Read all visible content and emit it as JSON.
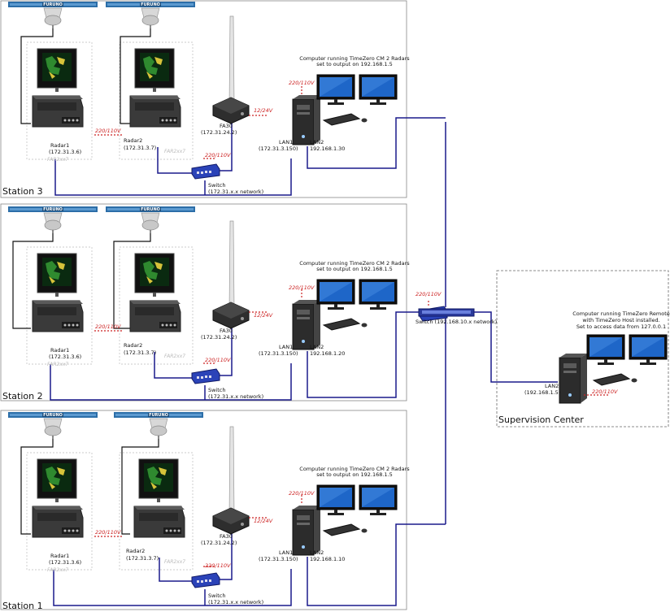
{
  "brand": "FURUNO",
  "stations": [
    {
      "label": "Station 3",
      "radar1": {
        "name": "Radar1",
        "ip": "(172.31.3.6)",
        "model": "FAR2xx7"
      },
      "radar2": {
        "name": "Radar2",
        "ip": "(172.31.3.7)",
        "model": "FAR2xx7"
      },
      "radar_power": "220/110V",
      "fa30": {
        "name": "FA30",
        "ip": "(172.31.24.2)",
        "power": "12/24V"
      },
      "switch": {
        "name": "Switch",
        "network": "(172.31.x.x network)",
        "power": "220/110V"
      },
      "computer": {
        "note_line1": "Computer running TimeZero CM 2 Radars",
        "note_line2": "set to output on 192.168.1.5",
        "power": "220/110V",
        "lan1": "LAN1",
        "lan1_ip": "(172.31.3.150)",
        "lan2": "LAN2",
        "lan2_ip": "192.168.1.30"
      }
    },
    {
      "label": "Station 2",
      "radar1": {
        "name": "Radar1",
        "ip": "(172.31.3.6)",
        "model": "FAR2xx7"
      },
      "radar2": {
        "name": "Radar2",
        "ip": "(172.31.3.7)",
        "model": "FAR2xx7"
      },
      "radar_power": "220/110V",
      "fa30": {
        "name": "FA30",
        "ip": "(172.31.24.2)",
        "power": "12/24V"
      },
      "switch": {
        "name": "Switch",
        "network": "(172.31.x.x network)",
        "power": "220/110V"
      },
      "computer": {
        "note_line1": "Computer running TimeZero CM 2 Radars",
        "note_line2": "set to output on 192.168.1.5",
        "power": "220/110V",
        "lan1": "LAN1",
        "lan1_ip": "(172.31.3.150)",
        "lan2": "LAN2",
        "lan2_ip": "192.168.1.20"
      }
    },
    {
      "label": "Station 1",
      "radar1": {
        "name": "Radar1",
        "ip": "(172.31.3.6)",
        "model": "FAR2xx7"
      },
      "radar2": {
        "name": "Radar2",
        "ip": "(172.31.3.7)",
        "model": "FAR2xx7"
      },
      "radar_power": "220/110V",
      "fa30": {
        "name": "FA30",
        "ip": "(172.31.24.2)",
        "power": "12/24V"
      },
      "switch": {
        "name": "Switch",
        "network": "(172.31.x.x network)",
        "power": "220/110V"
      },
      "computer": {
        "note_line1": "Computer running TimeZero CM 2 Radars",
        "note_line2": "set to output on 192.168.1.5",
        "power": "220/110V",
        "lan1": "LAN1",
        "lan1_ip": "(172.31.3.150)",
        "lan2": "LAN2",
        "lan2_ip": "192.168.1.10"
      }
    }
  ],
  "main_switch": {
    "name": "Switch (192.168.10.x network)",
    "power": "220/110V"
  },
  "supervision": {
    "label": "Supervision Center",
    "note_lines": [
      "Computer running TimeZero Remote",
      "with TimeZero Host installed.",
      "Set to access data from 127.0.0.1"
    ],
    "lan2": "LAN2",
    "lan2_ip": "(192.168.1.5)",
    "power": "220/110V"
  },
  "colors": {
    "cable": "#1a1a8c",
    "power": "#cc2222",
    "frame": "#888888",
    "antenna": "#2c6ea8"
  }
}
